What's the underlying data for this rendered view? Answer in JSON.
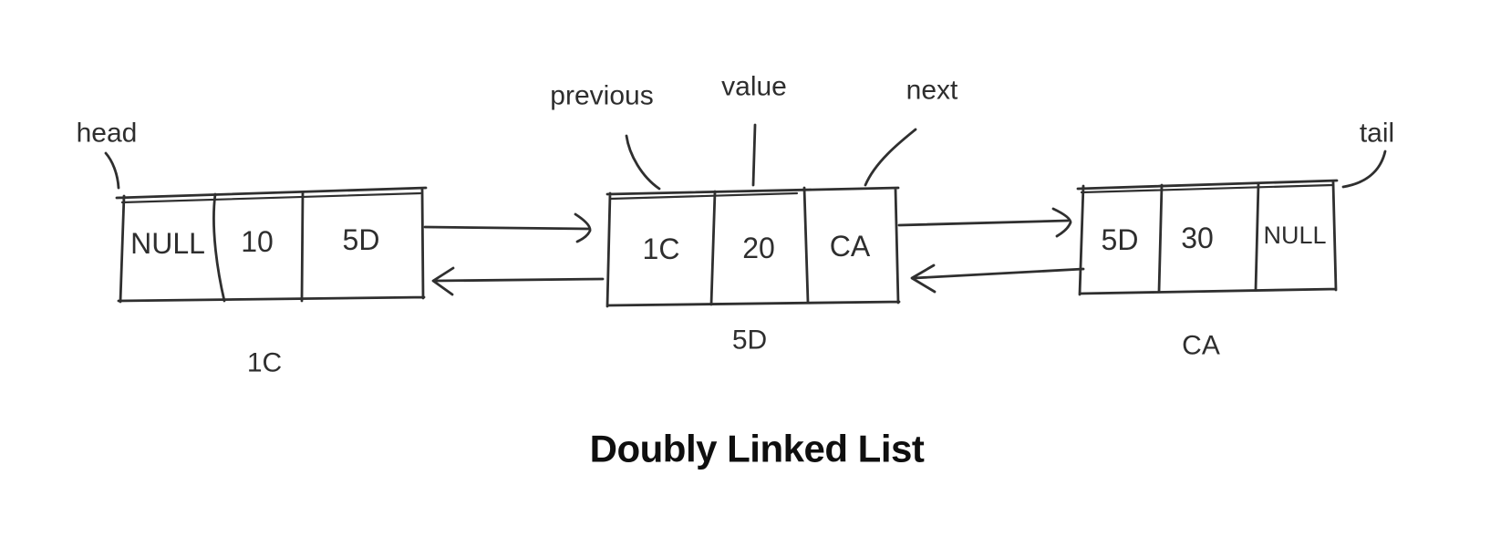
{
  "title": "Doubly Linked List",
  "labels": {
    "head": "head",
    "tail": "tail",
    "previous": "previous",
    "value": "value",
    "next": "next"
  },
  "nodes": [
    {
      "address": "1C",
      "prev": "NULL",
      "value": "10",
      "next": "5D"
    },
    {
      "address": "5D",
      "prev": "1C",
      "value": "20",
      "next": "CA"
    },
    {
      "address": "CA",
      "prev": "5D",
      "value": "30",
      "next": "NULL"
    }
  ],
  "colors": {
    "stroke": "#2f2f2f",
    "text": "#2e2e2e",
    "title": "#0f0f0f",
    "background": "#ffffff"
  }
}
